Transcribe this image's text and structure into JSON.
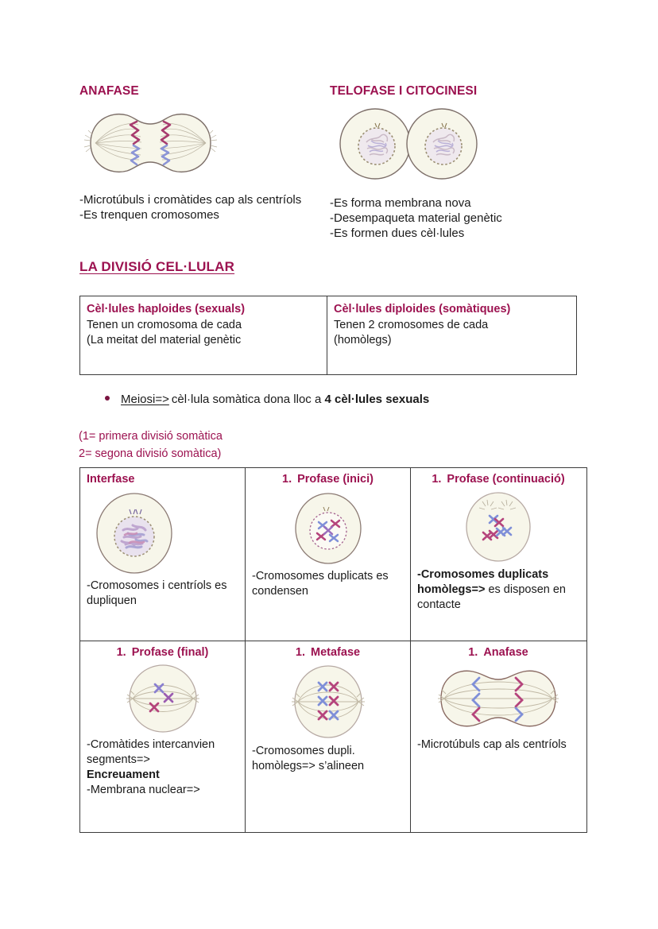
{
  "colors": {
    "heading_magenta": "#9c1250",
    "text_dark": "#1a1a1a",
    "border": "#3b3b3b",
    "cell_fill": "#f7f6ea",
    "cell_stroke": "#8c7b74",
    "chromosome_magenta": "#b5447c",
    "chromosome_blue": "#7f8fd8"
  },
  "phases": [
    {
      "title": "ANAFASE",
      "figure": "anaphase-cell-diagram",
      "description": "-Microtúbuls i cromàtides cap als centríols\n-Es trenquen cromosomes"
    },
    {
      "title": "TELOFASE I CITOCINESI",
      "figure": "telophase-cytokinesis-diagram",
      "description": "-Es forma membrana nova\n-Desempaqueta material genètic\n-Es formen dues cèl·lules"
    }
  ],
  "section": {
    "heading": "LA DIVISIÓ CEL·LULAR"
  },
  "cell_types_table": [
    {
      "header": "Cèl·lules haploides (sexuals)",
      "body": "Tenen un cromosoma de cada\n(La meitat del material genètic"
    },
    {
      "header": "Cèl·lules diploides (somàtiques)",
      "body": "Tenen 2 cromosomes de cada\n(homòlegs)"
    }
  ],
  "bullet": {
    "key": "Meiosi=>",
    "middle": "cèl·lula somàtica dona lloc a",
    "strong": "4 cèl·lules sexuals"
  },
  "note": "(1= primera divisió somàtica\n2= segona divisió somàtica)",
  "meiosis_table": {
    "rows": [
      [
        {
          "num": "",
          "title": "Interfase",
          "align": "left",
          "figure": "interphase-cell",
          "text_plain": "-Cromosomes i centríols es dupliquen",
          "text_bold": "",
          "text_after": ""
        },
        {
          "num": "1.",
          "title": "Profase (inici)",
          "align": "center",
          "figure": "prophase-start-cell",
          "text_plain": "-Cromosomes duplicats es condensen",
          "text_bold": "",
          "text_after": ""
        },
        {
          "num": "1.",
          "title": "Profase (continuació)",
          "align": "center",
          "figure": "prophase-continued-cell",
          "text_plain": "",
          "text_bold": "-Cromosomes duplicats homòlegs=>",
          "text_after": " es disposen en contacte"
        }
      ],
      [
        {
          "num": "1.",
          "title": "Profase (final)",
          "align": "center",
          "figure": "prophase-final-cell",
          "text_plain": "-Cromàtides intercanvien segments=>",
          "text_bold": "Encreuament",
          "text_after": "-Membrana nuclear=>"
        },
        {
          "num": "1.",
          "title": "Metafase",
          "align": "center",
          "figure": "metaphase-cell",
          "text_plain": "-Cromosomes dupli. homòlegs=> s’alineen",
          "text_bold": "",
          "text_after": ""
        },
        {
          "num": "1.",
          "title": "Anafase",
          "align": "center",
          "figure": "anaphase-cell",
          "text_plain": "-Microtúbuls cap als centríols",
          "text_bold": "",
          "text_after": ""
        }
      ]
    ]
  }
}
